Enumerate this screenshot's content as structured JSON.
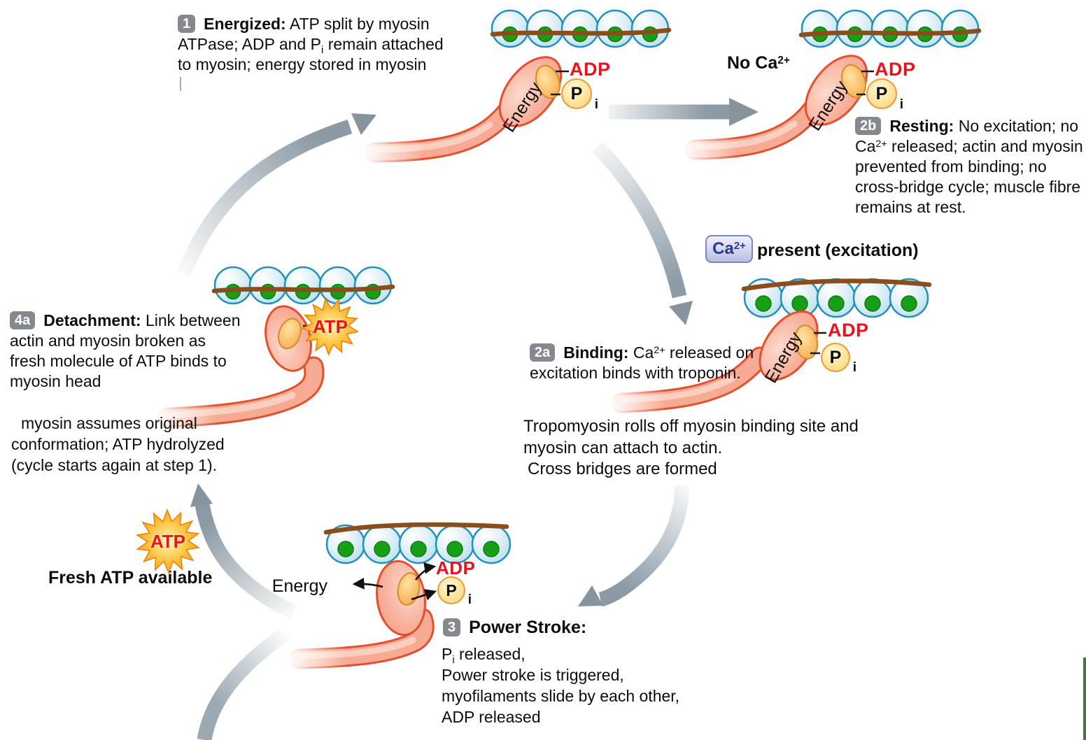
{
  "colors": {
    "myosin_fill": "#f7ab95",
    "myosin_outline": "#e2502f",
    "actin_ball": "#cde8f2",
    "actin_outline": "#2191bb",
    "binding_site_green": "#17a017",
    "tropomyosin_brown": "#8a4e1c",
    "arrow_gray": "#8b9aa5",
    "badge_gray": "#85898e",
    "adp_red": "#e8131f",
    "pi_fill": "#fde49c",
    "pi_border": "#f0993a",
    "atp_star_orange": "#f59a1d",
    "ca_badge_bg": "#c9cdeb",
    "ca_badge_text": "#2b3990"
  },
  "badges": {
    "s1": "1",
    "s2b": "2b",
    "s2a": "2a",
    "s3": "3",
    "s4a": "4a"
  },
  "steps": {
    "s1": {
      "text": [
        {
          "b": "Energized:"
        },
        {
          "t": " ATP split by myosin ATPase; ADP and P"
        },
        {
          "sub": "i"
        },
        {
          "t": " remain attached to myosin; energy stored in myosin"
        }
      ]
    },
    "s2b": {
      "text": [
        {
          "b": "Resting:"
        },
        {
          "t": " No excitation; no Ca"
        },
        {
          "sup": "2+"
        },
        {
          "t": " released; actin and myosin prevented from binding; no cross-bridge cycle; muscle fibre remains at rest."
        }
      ]
    },
    "s2a": {
      "text": [
        {
          "b": "Binding:"
        },
        {
          "t": " Ca"
        },
        {
          "sup": "2+"
        },
        {
          "t": " released on excitation binds with troponin."
        }
      ],
      "note1": "Tropomyosin rolls off myosin binding site and myosin can attach to actin.",
      "note2": "Cross bridges are formed"
    },
    "s3": {
      "title": "Power Stroke:",
      "lines": [
        [
          {
            "t": "P"
          },
          {
            "sub": "i"
          },
          {
            "t": " released,"
          }
        ],
        [
          {
            "t": "Power stroke is triggered,"
          }
        ],
        [
          {
            "t": "myofilaments slide by each other,"
          }
        ],
        [
          {
            "t": "ADP released"
          }
        ]
      ]
    },
    "s4a": {
      "text": [
        {
          "b": "Detachment:"
        },
        {
          "t": " Link between actin and myosin broken as fresh molecule of ATP binds to myosin head"
        }
      ],
      "note": "myosin assumes original conformation; ATP hydrolyzed (cycle starts again at step 1)."
    }
  },
  "labels": {
    "no_ca": [
      {
        "b": "No Ca"
      },
      {
        "bsup": "2+"
      }
    ],
    "ca": [
      {
        "b": "Ca"
      },
      {
        "bsup": "2+"
      }
    ],
    "ca_present": "present (excitation)",
    "fresh_atp": "Fresh ATP available",
    "energy": "Energy",
    "adp": "ADP",
    "atp": "ATP",
    "pi_symbol": "P",
    "pi_sub": "i"
  }
}
